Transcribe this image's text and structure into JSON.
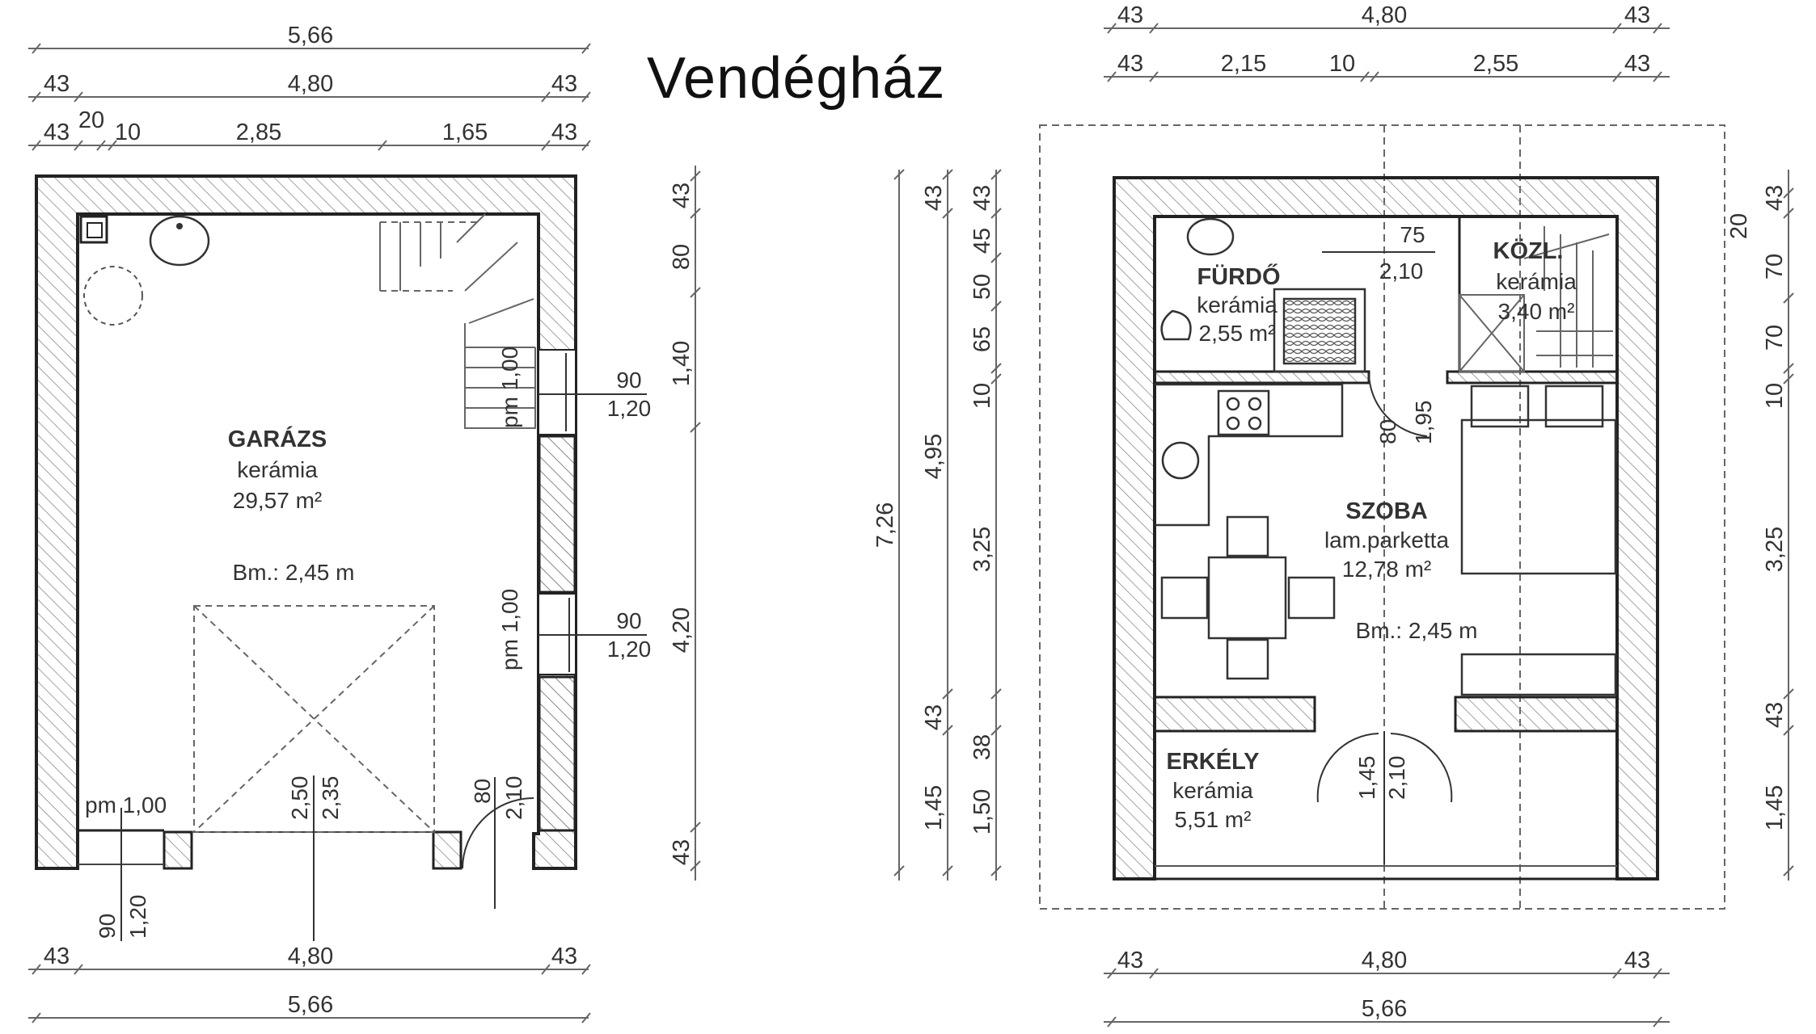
{
  "title": "Vendégház",
  "colors": {
    "line": "#2b2b2b",
    "dim": "#555555",
    "hatch": "#7a7a7a",
    "background": "#ffffff"
  },
  "left_plan": {
    "dims_top": {
      "overall": "5,66",
      "row2": [
        "43",
        "4,80",
        "43"
      ],
      "row3": [
        "43",
        "20",
        "10",
        "2,85",
        "1,65",
        "43"
      ]
    },
    "dims_right": [
      "43",
      "80",
      "1,40",
      "4,20",
      "43"
    ],
    "dims_bottom": {
      "row1": [
        "43",
        "4,80",
        "43"
      ],
      "overall": "5,66"
    },
    "room": {
      "name": "GARÁZS",
      "floor": "kerámia",
      "area": "29,57 m²",
      "height": "Bm.: 2,45 m"
    },
    "window_labels": [
      {
        "pm": "pm 1,00",
        "w": "90",
        "h": "1,20"
      },
      {
        "pm": "pm 1,00",
        "w": "90",
        "h": "1,20"
      }
    ],
    "bottom_labels": {
      "pm": "pm 1,00",
      "w": "90",
      "h": "1,20",
      "gate_w": "2,50",
      "gate_h": "2,35",
      "door_w": "80",
      "door_h": "2,10"
    }
  },
  "right_plan": {
    "dims_top": {
      "row1": [
        "43",
        "4,80",
        "43"
      ],
      "row2": [
        "43",
        "2,15",
        "10",
        "2,55",
        "43"
      ]
    },
    "dims_left": {
      "overall": "7,26",
      "row2": [
        "43",
        "4,95",
        "43",
        "1,45"
      ],
      "row3": [
        "43",
        "45",
        "50",
        "65",
        "10",
        "3,25",
        "38",
        "1,50"
      ]
    },
    "dims_right": [
      "20",
      "43",
      "70",
      "70",
      "10",
      "3,25",
      "43",
      "1,45"
    ],
    "dims_bottom": {
      "row1": [
        "43",
        "4,80",
        "43"
      ],
      "overall": "5,66"
    },
    "rooms": [
      {
        "name": "FÜRDŐ",
        "floor": "kerámia",
        "area": "2,55 m²"
      },
      {
        "name": "KÖZL.",
        "floor": "kerámia",
        "area": "3,40 m²"
      },
      {
        "name": "SZOBA",
        "floor": "lam.parketta",
        "area": "12,78 m²",
        "height": "Bm.: 2,45 m"
      },
      {
        "name": "ERKÉLY",
        "floor": "kerámia",
        "area": "5,51 m²"
      }
    ],
    "door_labels": {
      "bath_w": "75",
      "bath_h": "2,10",
      "room_w": "80",
      "room_h": "1,95",
      "balcony_w": "1,45",
      "balcony_h": "2,10"
    }
  }
}
